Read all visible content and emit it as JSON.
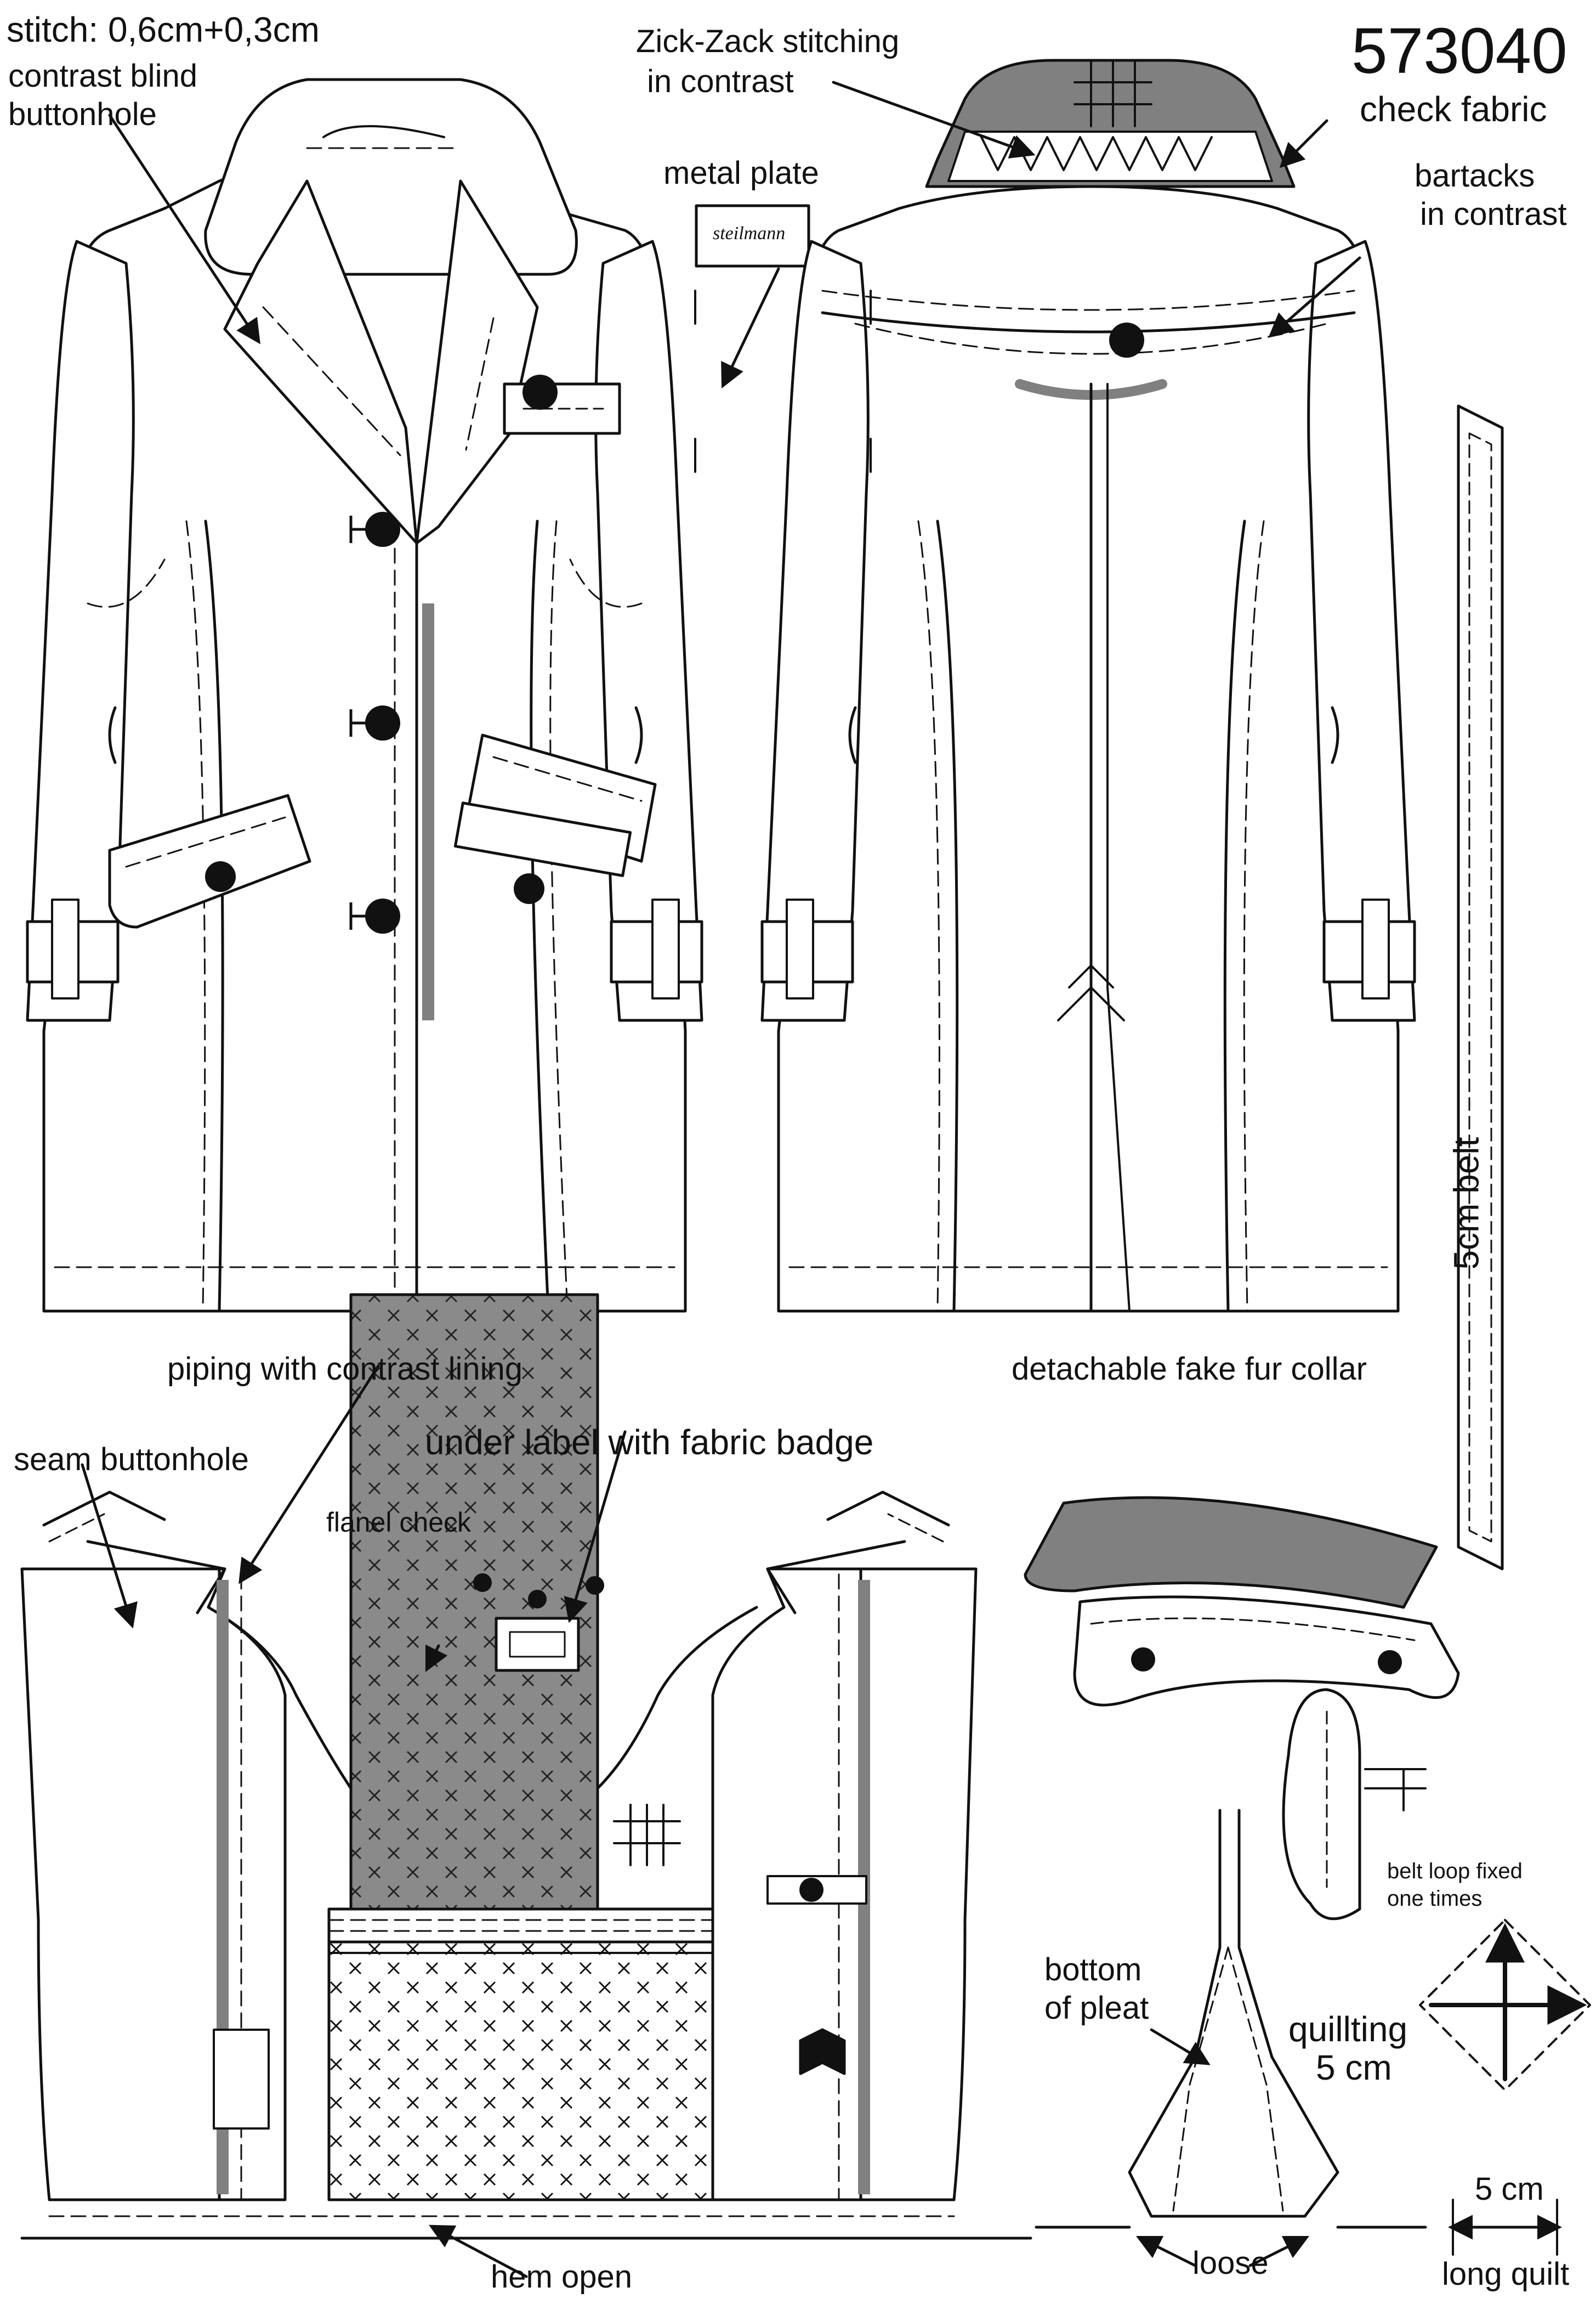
{
  "header": {
    "style_number": "573040",
    "stitch": "stitch: 0,6cm+0,3cm"
  },
  "callouts": {
    "contrast_blind_buttonhole": [
      "contrast blind",
      "buttonhole"
    ],
    "zigzag_stitching": [
      "Zick-Zack stitching",
      "in contrast"
    ],
    "check_fabric": "check fabric",
    "metal_plate": "metal plate",
    "metal_plate_logo": "steilmann",
    "bartacks": [
      "bartacks",
      "in contrast"
    ],
    "belt": "5cm belt",
    "piping": "piping with contrast lining",
    "detachable_collar": "detachable fake fur collar",
    "seam_buttonhole": "seam buttonhole",
    "under_label": "under label with fabric badge",
    "flanel_check": "flanel check",
    "belt_loop": [
      "belt loop fixed",
      "one times"
    ],
    "bottom_of_pleat": [
      "bottom",
      "of pleat"
    ],
    "quilting": [
      "quillting",
      "5 cm"
    ],
    "quilt_width": "5 cm",
    "long_quilt": "long quilt",
    "loose": "loose",
    "hem_open": "hem open"
  },
  "colors": {
    "line": "#111111",
    "contrast_grey": "#808080",
    "button": "#111111",
    "paper": "#ffffff"
  },
  "icons": {
    "quilt_direction": "four-way-arrow-icon",
    "button": "button-dot-icon"
  }
}
